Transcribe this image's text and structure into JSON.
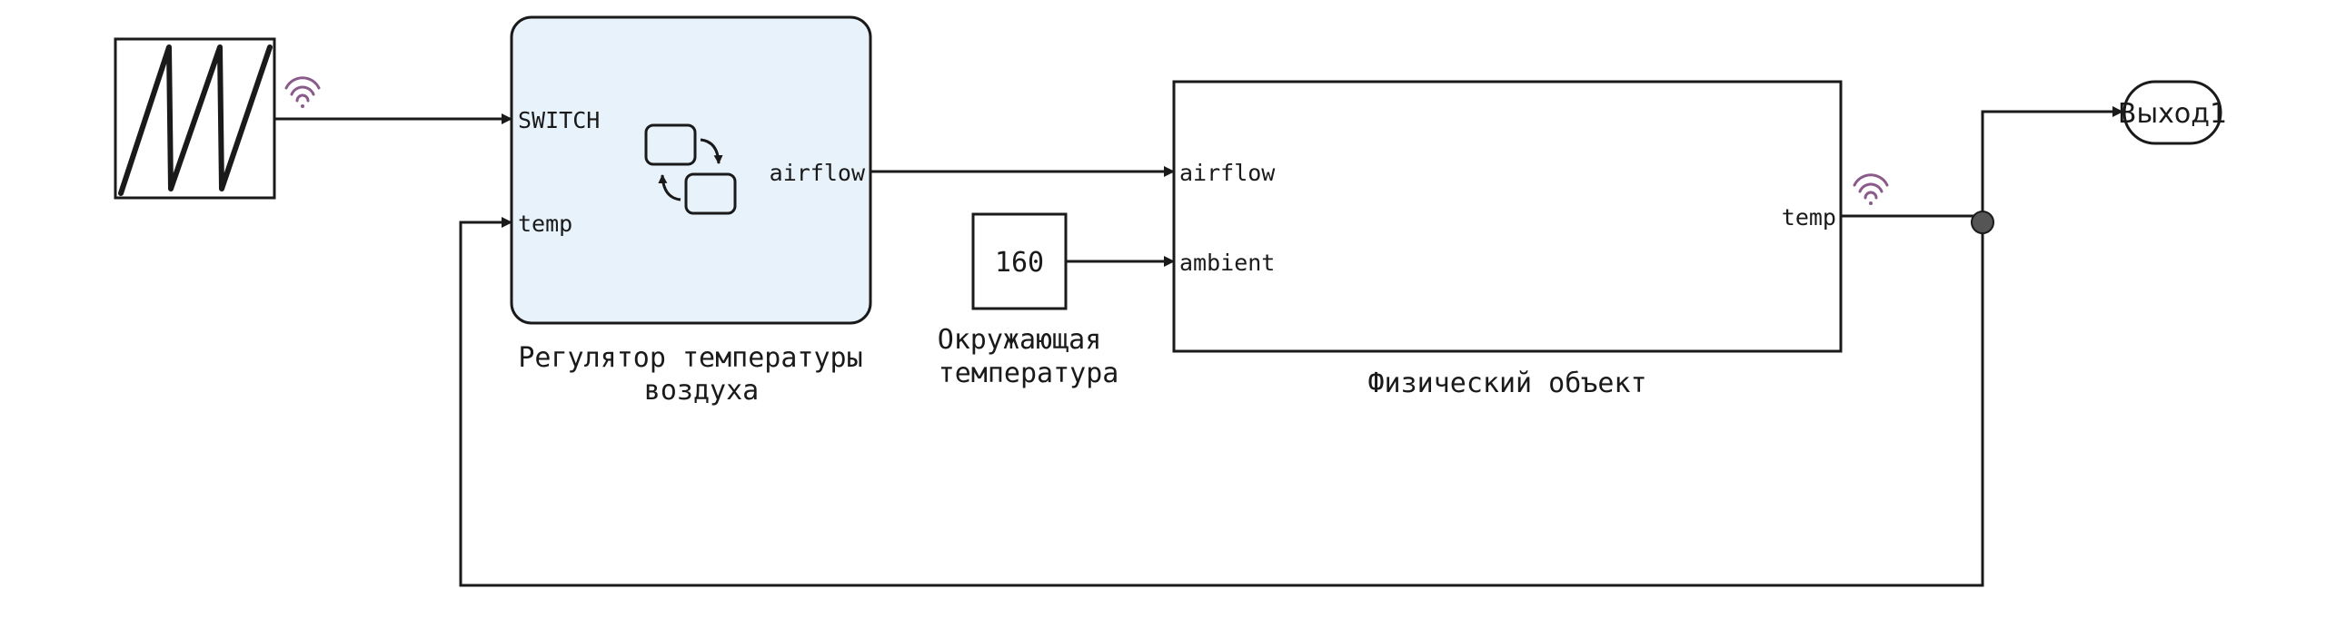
{
  "colors": {
    "line": "#1a1a1a",
    "stateflow_fill": "#e8f2fb",
    "signal_icon": "#8a5a8a",
    "junction": "#555555",
    "background": "#ffffff"
  },
  "blocks": {
    "sawtooth_source": {
      "icon": "sawtooth-wave-icon",
      "signal_icon": "wireless-signal-icon"
    },
    "controller": {
      "icon": "stateflow-chart-icon",
      "label_line1": "Регулятор температуры",
      "label_line2": "воздуха",
      "ports": {
        "in1": "SWITCH",
        "in2": "temp",
        "out1": "airflow"
      }
    },
    "constant": {
      "value": "160",
      "label_line1": "Окружающая",
      "label_line2": "температура"
    },
    "plant": {
      "label": "Физический объект",
      "ports": {
        "in1": "airflow",
        "in2": "ambient",
        "out1": "temp"
      },
      "signal_icon": "wireless-signal-icon"
    },
    "outport": {
      "label": "Выход1"
    }
  }
}
